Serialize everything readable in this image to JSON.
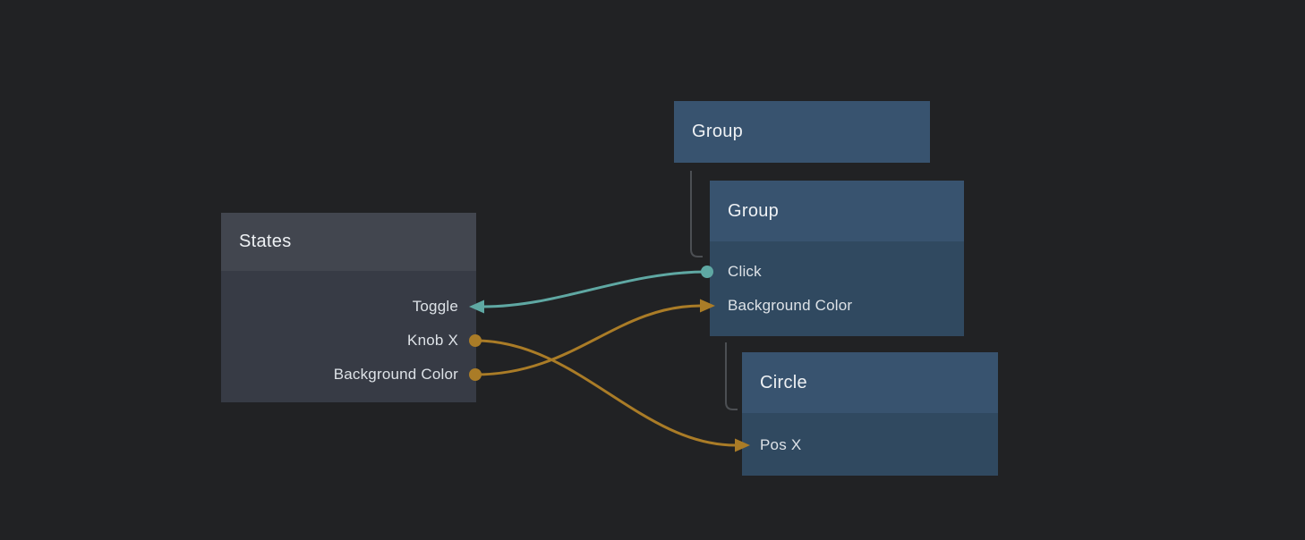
{
  "canvas": {
    "background": "#212224"
  },
  "colors": {
    "teal_wire": "#5fa8a3",
    "gold_wire": "#aa7c27",
    "hierarchy_line": "#4c4f53",
    "blue_node_header": "#38536f",
    "blue_node_body": "#304960",
    "slate_node_header": "#42464f",
    "slate_node_body": "#373b45"
  },
  "nodes": {
    "states": {
      "title": "States",
      "ports": [
        {
          "label": "Toggle"
        },
        {
          "label": "Knob X"
        },
        {
          "label": "Background Color"
        }
      ]
    },
    "group_outer": {
      "title": "Group"
    },
    "group_inner": {
      "title": "Group",
      "ports": [
        {
          "label": "Click"
        },
        {
          "label": "Background Color"
        }
      ]
    },
    "circle": {
      "title": "Circle",
      "ports": [
        {
          "label": "Pos X"
        }
      ]
    }
  },
  "connections": [
    {
      "name": "click-to-toggle",
      "from_node": "Group",
      "from_port": "Click",
      "to_node": "States",
      "to_port": "Toggle",
      "color": "#5fa8a3"
    },
    {
      "name": "knob-x-to-pos-x",
      "from_node": "States",
      "from_port": "Knob X",
      "to_node": "Circle",
      "to_port": "Pos X",
      "color": "#aa7c27"
    },
    {
      "name": "background-color-to-background-color",
      "from_node": "States",
      "from_port": "Background Color",
      "to_node": "Group",
      "to_port": "Background Color",
      "color": "#aa7c27"
    }
  ],
  "hierarchy_links": [
    {
      "parent": "Group",
      "child": "Group"
    },
    {
      "parent": "Group",
      "child": "Circle"
    }
  ]
}
